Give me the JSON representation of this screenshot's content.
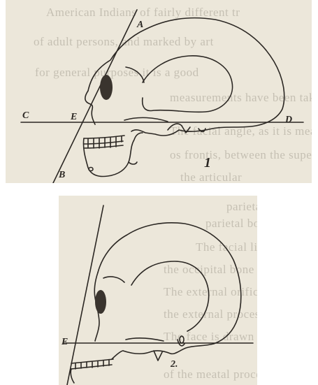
{
  "figure1": {
    "labels": {
      "a": "A",
      "b": "B",
      "c": "C",
      "d": "D",
      "e": "E"
    },
    "number": "1",
    "background_lines": [
      "American Indians of fairly different tr",
      "of adult persons, and marked by art",
      "for general purposes it is a good",
      "measurements have been taken.",
      "The facial angle, as it is meas",
      "os frontis, between the superciliary rid",
      "the articular"
    ]
  },
  "figure2": {
    "labels": {
      "e": "E"
    },
    "number": "2.",
    "background_lines": [
      "parietal",
      "parietal bones.",
      "The facial line is",
      "the occipital bone to the",
      "The external orifice",
      "the external process",
      "The face is drawn",
      "of the meatal processes"
    ]
  },
  "colors": {
    "paper": "#ece7da",
    "ink": "#2b2723",
    "ghost_text": "#b9b3a6"
  }
}
